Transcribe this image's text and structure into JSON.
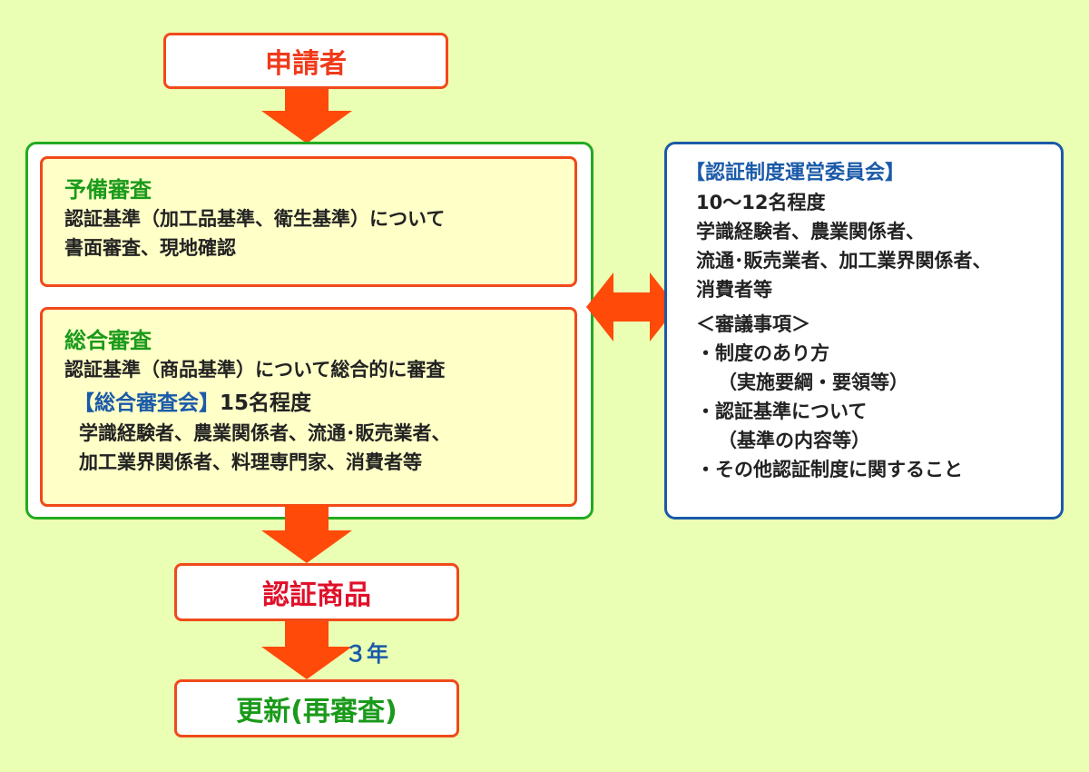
{
  "applicant": "申請者",
  "preliminary": {
    "title": "予備審査",
    "line1": "認証基準（加工品基準、衛生基準）について",
    "line2": "書面審査、現地確認"
  },
  "comprehensive": {
    "title": "総合審査",
    "line1": "認証基準（商品基準）について総合的に審査",
    "council_label": "【総合審査会】",
    "council_size": "15名程度",
    "members1": "学識経験者、農業関係者、流通･販売業者、",
    "members2": "加工業界関係者、料理専門家、消費者等"
  },
  "committee": {
    "title": "【認証制度運営委員会】",
    "size": "10〜12名程度",
    "members1": "学識経験者、農業関係者、",
    "members2": "流通･販売業者、加工業界関係者、",
    "members3": "消費者等",
    "agenda_title": "＜審議事項＞",
    "item1": "・制度のあり方",
    "item1_sub": "（実施要綱・要領等）",
    "item2": "・認証基準について",
    "item2_sub": "（基準の内容等）",
    "item3": "・その他認証制度に関すること"
  },
  "certified": "認証商品",
  "period": "３年",
  "renewal": "更新(再審査)",
  "colors": {
    "background": "#ebffb4",
    "arrow": "#ff4a0a",
    "applicant_text": "#f03a1a",
    "certified_text": "#e0102a",
    "renewal_text": "#1a9a1a",
    "green_title": "#1a9a1a",
    "blue_accent": "#1a5aa8"
  }
}
